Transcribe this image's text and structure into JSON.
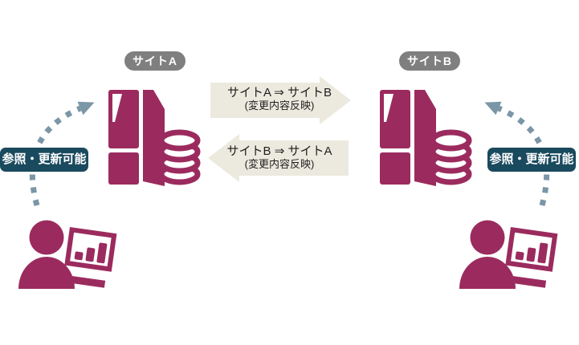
{
  "colors": {
    "magenta": "#9b2b5e",
    "beige": "#ece9de",
    "gray": "#7f7f7f",
    "teal": "#1a4a5e",
    "dash_blue": "#7b96a6",
    "text_dark": "#1f1f1f"
  },
  "site_a": {
    "label": "サイトA"
  },
  "site_b": {
    "label": "サイトB"
  },
  "sync_arrows": {
    "a_to_b": {
      "line1": "サイトA ⇒ サイトB",
      "line2": "(変更内容反映)",
      "direction": "right"
    },
    "b_to_a": {
      "line1": "サイトB ⇒ サイトA",
      "line2": "(変更内容反映)",
      "direction": "left"
    }
  },
  "access_labels": {
    "left": "参照・更新可能",
    "right": "参照・更新可能"
  },
  "icons": {
    "left_server": "server-with-database-icon",
    "right_server": "server-with-database-icon",
    "left_user": "user-with-monitor-icon",
    "right_user": "user-with-monitor-icon",
    "left_arc": "dotted-arc-arrow",
    "right_arc": "dotted-arc-arrow"
  }
}
